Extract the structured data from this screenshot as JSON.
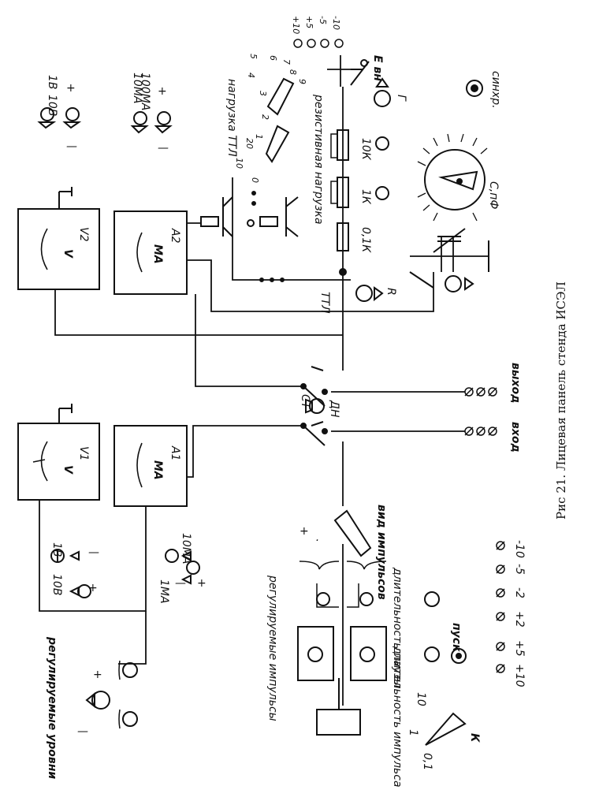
{
  "caption": "Рис 21. Лицевая панель стенда ИСЭЛ",
  "labels": {
    "reg_levels": "регулируемые уровни",
    "reg_pulses": "регулируемые импульсы",
    "pulse_duration": "длительность импульса",
    "pause_duration": "длительность паузы",
    "pulse_type": "вид импульсов",
    "start": "пуск",
    "input": "вход",
    "output": "выход",
    "ttl_load": "нагрузка ТТЛ",
    "resistive_load": "резистивная нагрузка",
    "ttl": "ТТЛ",
    "sync": "синхр.",
    "capacitance": "С,пФ",
    "ext_source": "Е вн",
    "gen": "Г",
    "r_knob": "R",
    "k_switch": "К",
    "st": "СТ",
    "dn": "ДН"
  },
  "meters": {
    "v1": {
      "symbol": "V",
      "name": "V1",
      "ranges": [
        "1В",
        "10В"
      ]
    },
    "a1": {
      "symbol": "МА",
      "name": "А1",
      "ranges": [
        "1МА",
        "10МА"
      ]
    },
    "v2": {
      "symbol": "V",
      "name": "V2",
      "ranges": [
        "1В",
        "10В"
      ]
    },
    "a2": {
      "symbol": "МА",
      "name": "А2",
      "ranges": [
        "10МА",
        "100МА"
      ]
    }
  },
  "resistors": [
    "10К",
    "1К",
    "0,1К"
  ],
  "k_scale": [
    "0,1",
    "1",
    "10"
  ],
  "ttl_scale": [
    "0",
    "1",
    "2",
    "3",
    "4",
    "5",
    "6",
    "7",
    "8",
    "9",
    "10",
    "20"
  ],
  "supply_terminals": [
    "+10",
    "+5",
    "+2",
    "-2",
    "-5",
    "-10"
  ],
  "ext_terminals": [
    "+10",
    "+5",
    "-5",
    "-10"
  ],
  "colors": {
    "ink": "#111111",
    "paper": "#ffffff"
  }
}
